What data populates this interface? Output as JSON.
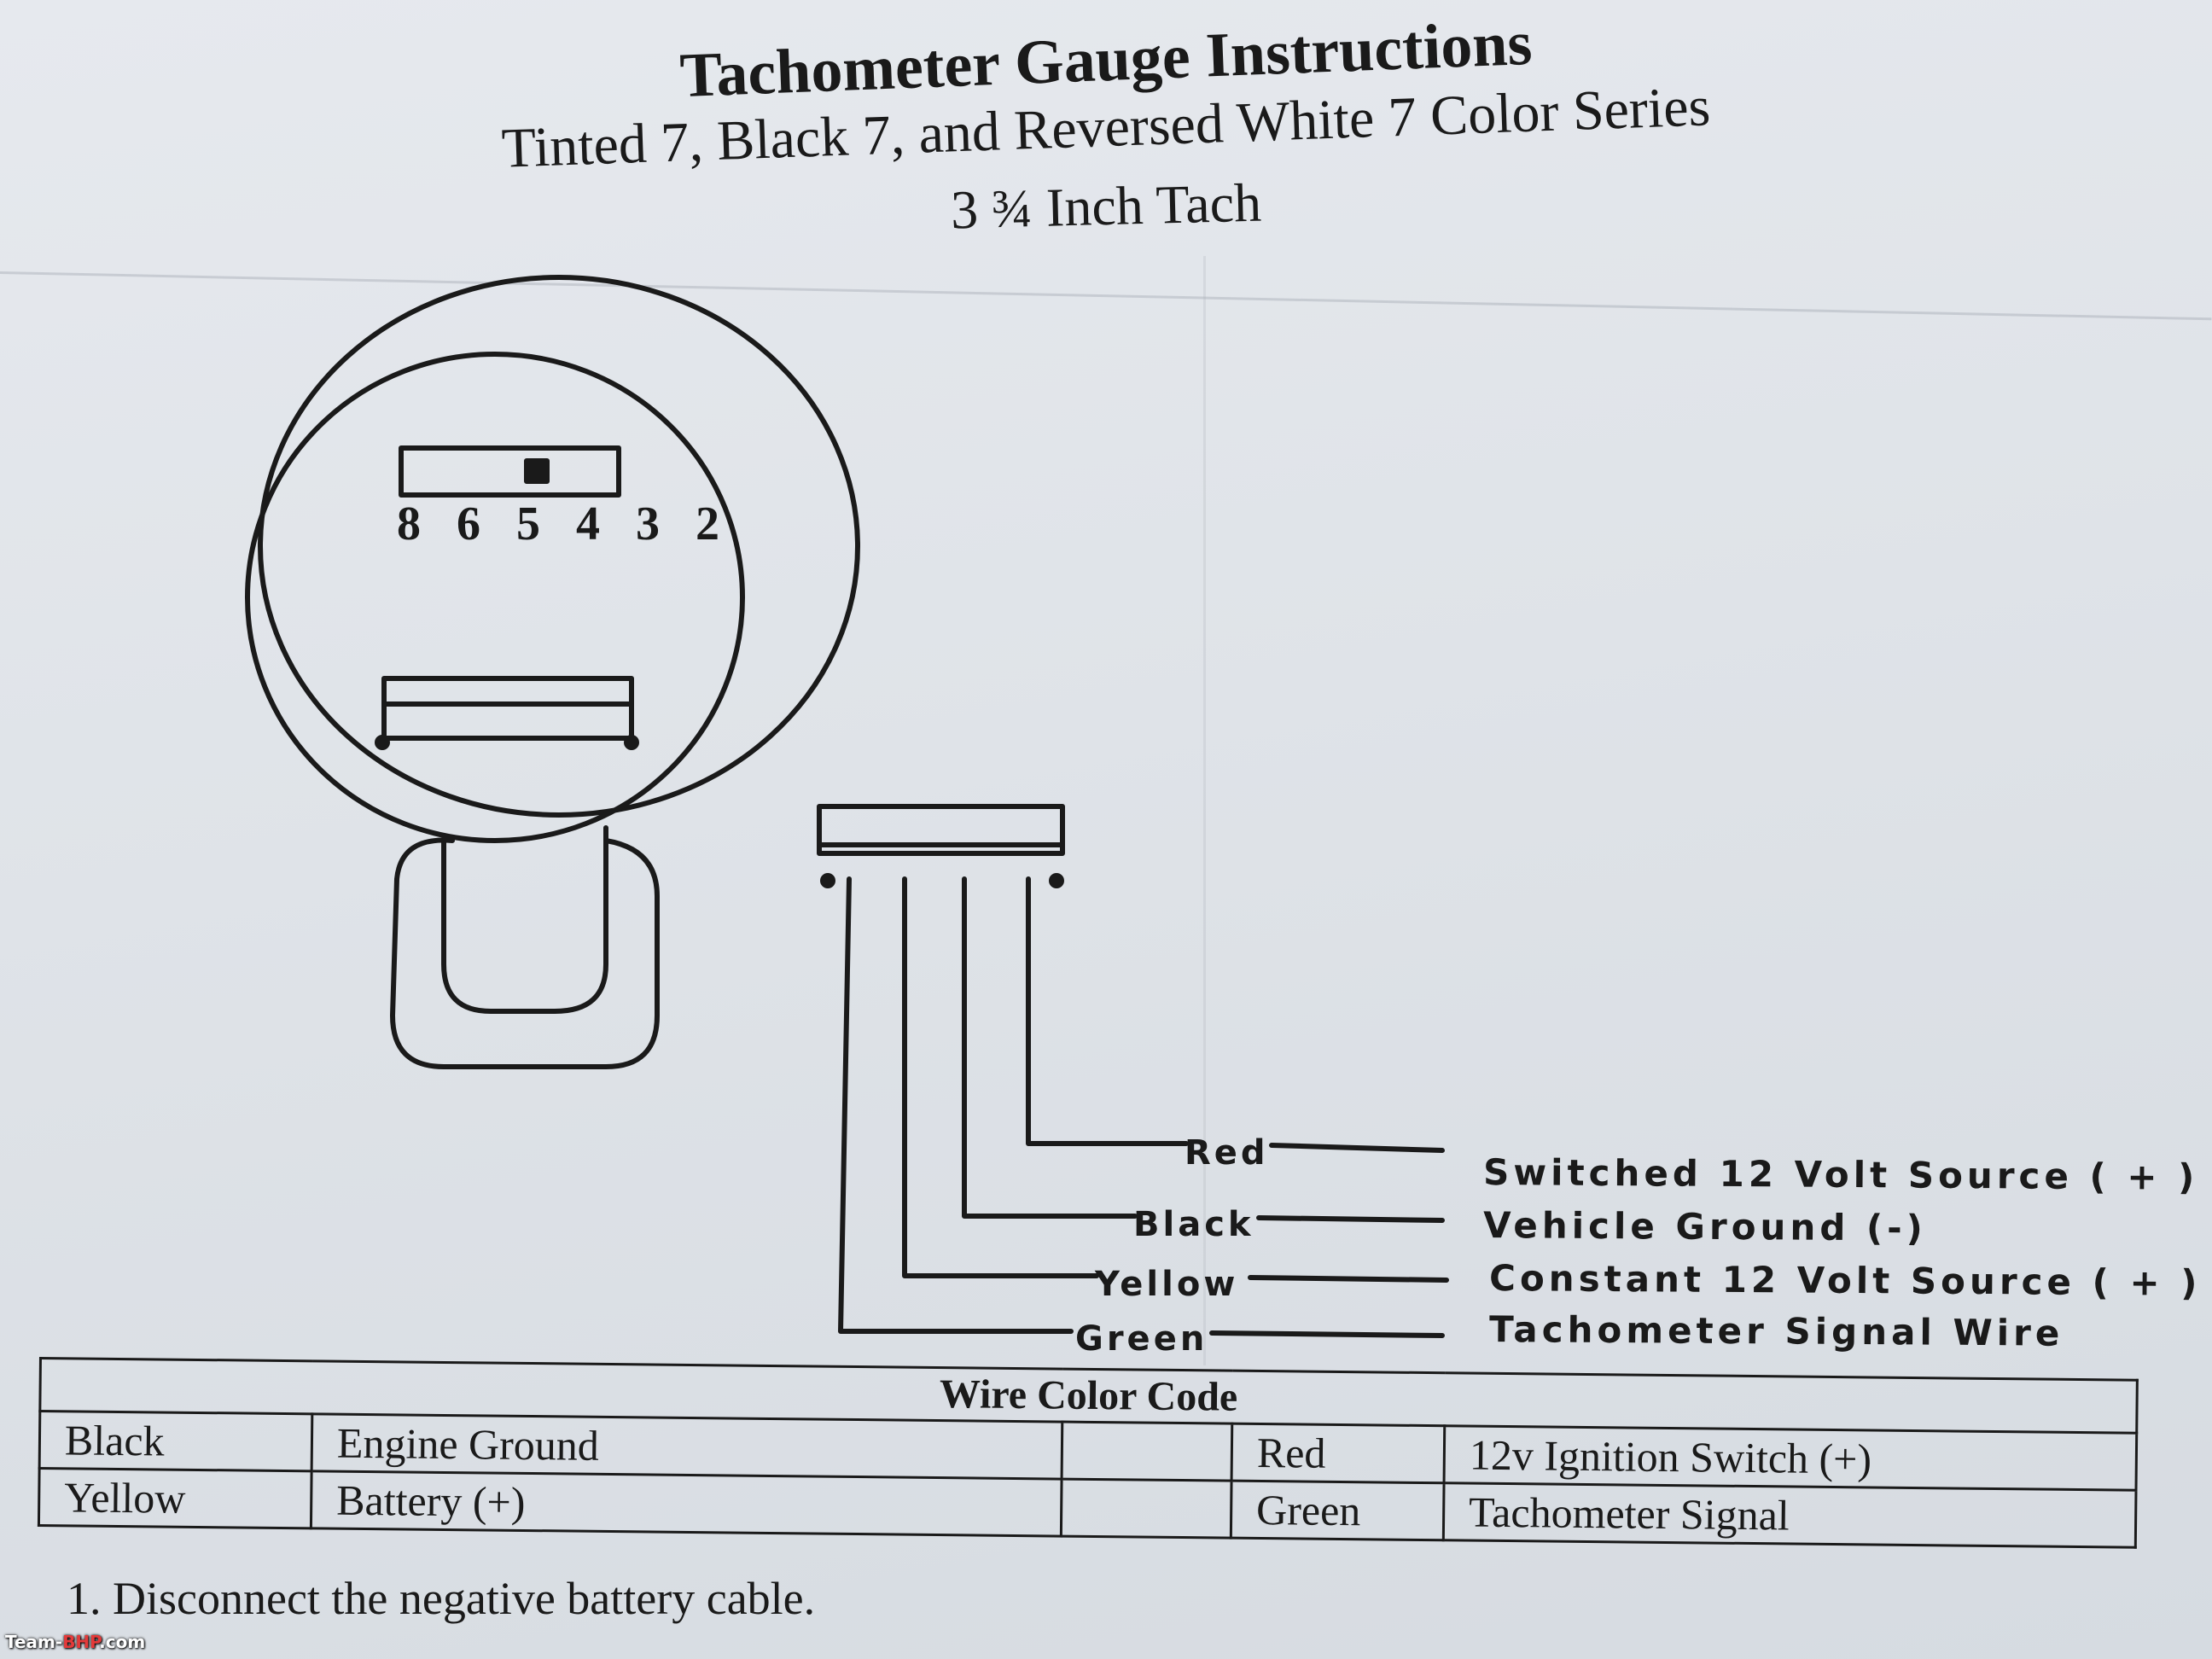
{
  "header": {
    "title": "Tachometer Gauge Instructions",
    "subtitle": "Tinted 7, Black 7, and Reversed White 7 Color Series",
    "size": "3 ¾ Inch Tach"
  },
  "gauge": {
    "scale_numbers": "8 6 5 4 3 2"
  },
  "wires": [
    {
      "color_name": "Red",
      "description": "Switched 12 Volt Source ( + )"
    },
    {
      "color_name": "Black",
      "description": "Vehicle Ground (-)"
    },
    {
      "color_name": "Yellow",
      "description": "Constant 12 Volt Source ( + )"
    },
    {
      "color_name": "Green",
      "description": "Tachometer Signal Wire"
    }
  ],
  "wire_color_table": {
    "heading": "Wire Color Code",
    "rows": [
      {
        "left_color": "Black",
        "left_function": "Engine Ground",
        "right_color": "Red",
        "right_function": "12v Ignition Switch (+)"
      },
      {
        "left_color": "Yellow",
        "left_function": "Battery (+)",
        "right_color": "Green",
        "right_function": "Tachometer Signal"
      }
    ]
  },
  "instructions": {
    "step1": "1. Disconnect the negative battery cable."
  },
  "watermark": {
    "prefix": "Team-",
    "accent": "BHP",
    "suffix": ".com"
  }
}
